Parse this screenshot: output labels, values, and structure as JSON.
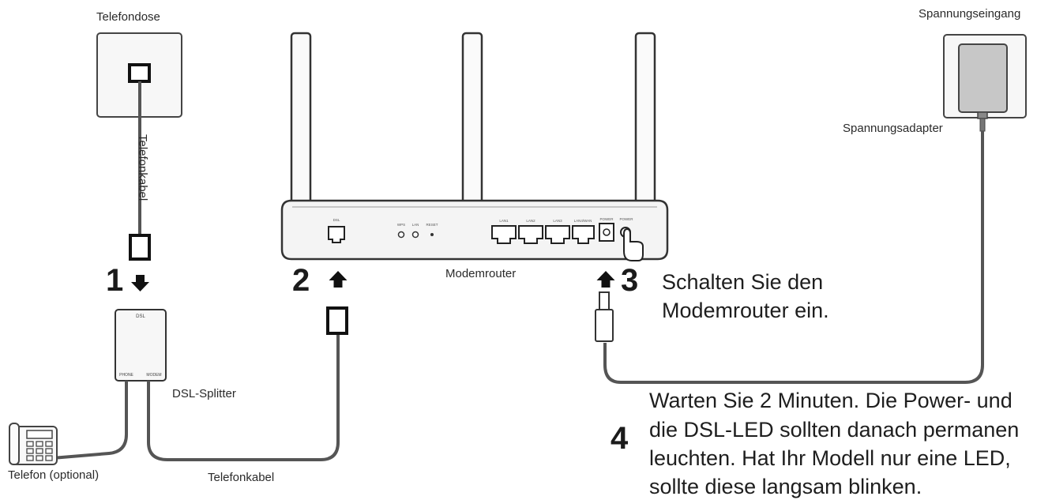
{
  "labels": {
    "wall_socket": "Telefondose",
    "phone_cable_vertical": "Telefonkabel",
    "splitter": "DSL-Splitter",
    "phone": "Telefon (optional)",
    "phone_cable_bottom": "Telefonkabel",
    "modem_router": "Modemrouter",
    "power_outlet": "Spannungseingang",
    "power_adapter": "Spannungsadapter"
  },
  "steps": [
    {
      "number": "1"
    },
    {
      "number": "2"
    },
    {
      "number": "3",
      "text_line1": "Schalten Sie den",
      "text_line2": "Modemrouter ein."
    },
    {
      "number": "4",
      "text_line1": "Warten Sie 2 Minuten. Die Power- und",
      "text_line2": "die DSL-LED sollten danach permanen",
      "text_line3": "leuchten. Hat Ihr Modell nur eine LED,",
      "text_line4": "sollte diese langsam blinken."
    }
  ],
  "colors": {
    "line": "#555555",
    "outline": "#333333",
    "device_fill": "#f6f6f6",
    "arrow": "#111111"
  }
}
